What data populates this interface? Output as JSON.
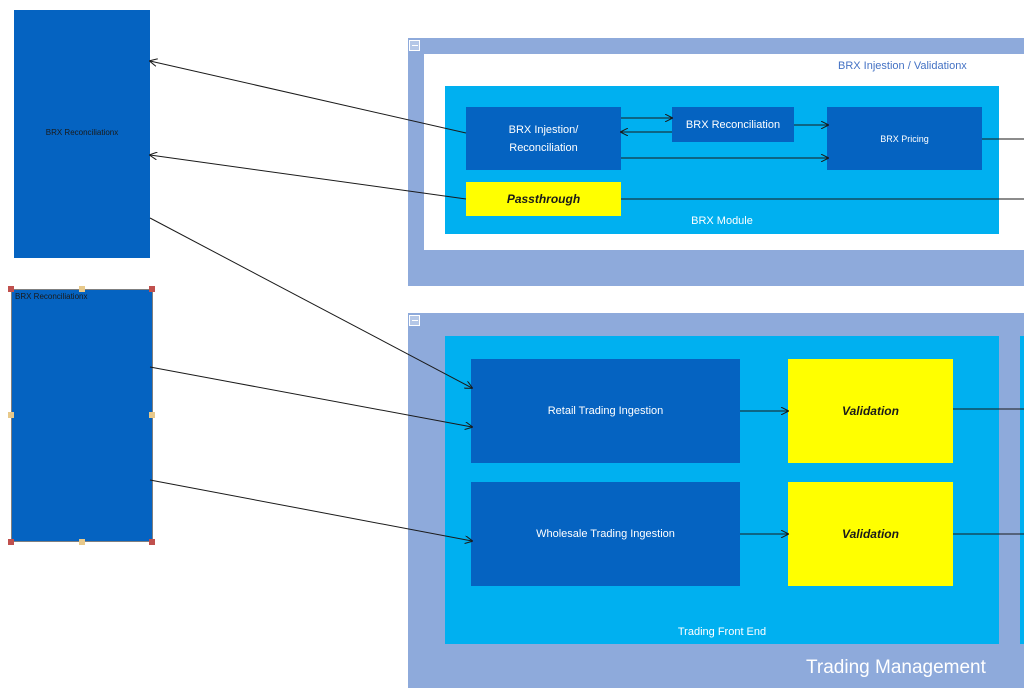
{
  "left_blocks": {
    "top_label": "BRX Reconciliationx",
    "bottom_label": "BRX Reconciliationx"
  },
  "brx_container": {
    "title": "BRX Injestion / Validationx",
    "module_label": "BRX Module",
    "injestion_block": "BRX Injestion/\nReconciliation",
    "reconciliation_block": "BRX Reconciliation",
    "pricing_block": "BRX Pricing",
    "passthrough_block": "Passthrough"
  },
  "trading_container": {
    "title": "Trading Management",
    "module_label": "Trading Front End",
    "retail_block": "Retail Trading Ingestion",
    "wholesale_block": "Wholesale Trading Ingestion",
    "validation_1": "Validation",
    "validation_2": "Validation"
  },
  "colors": {
    "block_blue": "#0563c1",
    "module_cyan": "#00b0f0",
    "container_periwinkle": "#8eaadb",
    "highlight_yellow": "#ffff00",
    "selection_handle_red": "#c0504d",
    "selection_handle_tan": "#e8c98a"
  }
}
